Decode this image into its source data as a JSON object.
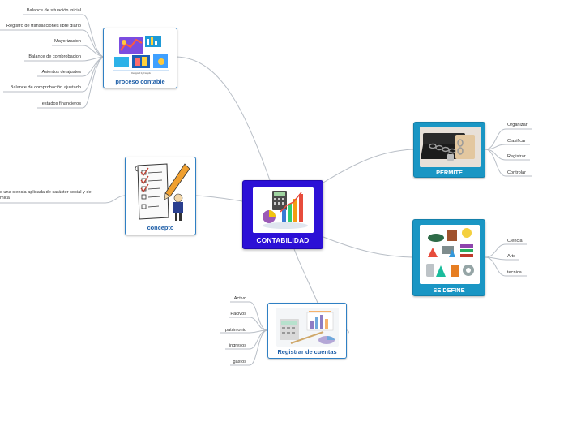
{
  "central": {
    "label": "CONTABILIDAD",
    "image": "analytics-chart-calculator-illustration"
  },
  "nodes": {
    "proceso": {
      "label": "proceso contable",
      "image": "accounting-process-illustration",
      "image_caption": "Designed by Freepik",
      "leaves": [
        "Balance de situación inicial",
        "Registro de transacciones libre diario",
        "Mayorizacion",
        "Balance de combrobacion",
        "Asientos de ajustes",
        "Balance de comprobación ajustado",
        "estados financieros"
      ]
    },
    "concepto": {
      "label": "concepto",
      "image": "checklist-with-pencil-illustration",
      "leaves": [
        "s una ciencia aplicada de carácter social y de",
        "mica"
      ]
    },
    "permite": {
      "label": "PERMITE",
      "image": "laptop-locked-with-chains-photo",
      "leaves": [
        "Organizar",
        "Clasificar",
        "Registrar",
        "Controlar"
      ]
    },
    "sedefine": {
      "label": "SE DEFINE",
      "image": "science-art-technology-items-illustration",
      "leaves": [
        "Ciencia",
        "Arte",
        "tecnica"
      ]
    },
    "registrar": {
      "label": "Registrar de cuentas",
      "image": "accounting-calculator-chart-photo",
      "leaves": [
        "Activo",
        "Pacivos",
        "patrimonio",
        "ingresos",
        "gastos"
      ]
    }
  },
  "colors": {
    "central": "#2c10d6",
    "teal": "#1a96c4",
    "node_border": "#2f80c4",
    "label_blue": "#1f5fa8",
    "connector": "#b8bec6"
  }
}
